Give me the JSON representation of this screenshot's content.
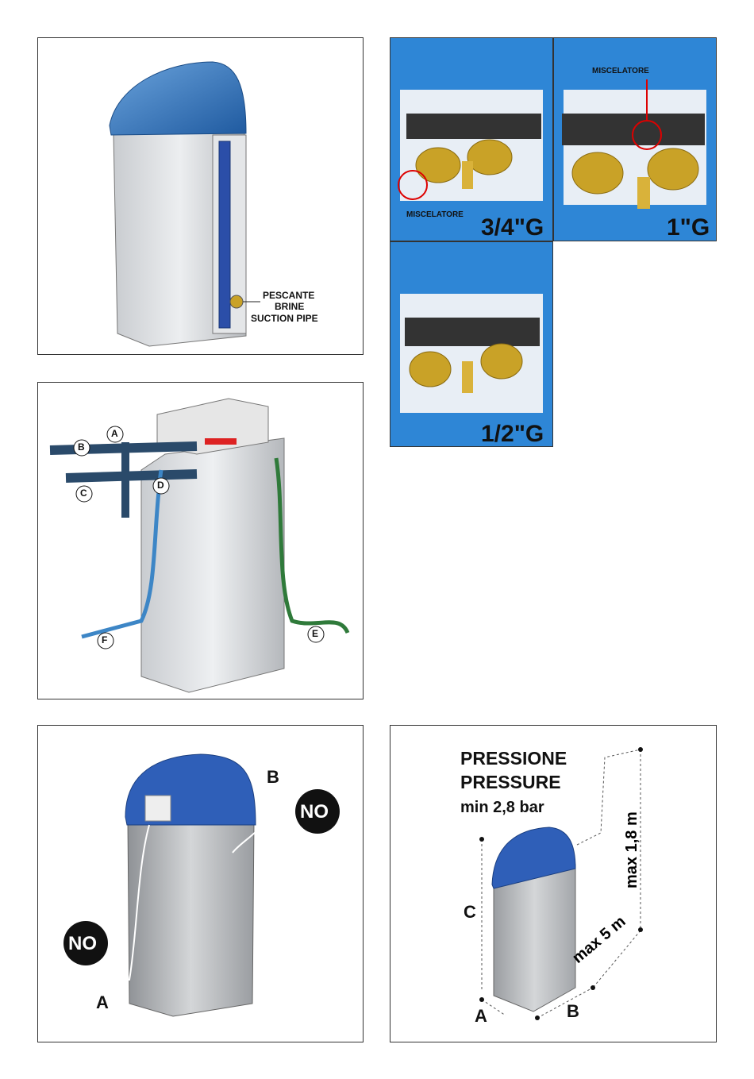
{
  "panel1": {
    "suction_label_1": "PESCANTE",
    "suction_label_2": "BRINE",
    "suction_label_3": "SUCTION PIPE"
  },
  "valves": {
    "v34": {
      "size": "3/4\"G",
      "mixer": "MISCELATORE"
    },
    "v1": {
      "size": "1\"G",
      "mixer": "MISCELATORE"
    },
    "v12": {
      "size": "1/2\"G"
    }
  },
  "panel2": {
    "a": "A",
    "b": "B",
    "c": "C",
    "d": "D",
    "e": "E",
    "f": "F"
  },
  "panel3": {
    "no_top": "NO",
    "no_bottom": "NO",
    "b": "B",
    "a": "A"
  },
  "panel4": {
    "line1": "PRESSIONE",
    "line2": "PRESSURE",
    "line3": "min 2,8 bar",
    "max_height": "max 1,8 m",
    "max_length": "max 5 m",
    "c": "C",
    "a": "A",
    "b": "B"
  },
  "colors": {
    "lid_blue": "#2f6fb8",
    "body_grey": "#d9dcdf",
    "brass": "#c9a227",
    "hose_blue": "#3d86c6",
    "hose_green": "#2f7a3a",
    "bg_blue": "#2e86d6"
  }
}
